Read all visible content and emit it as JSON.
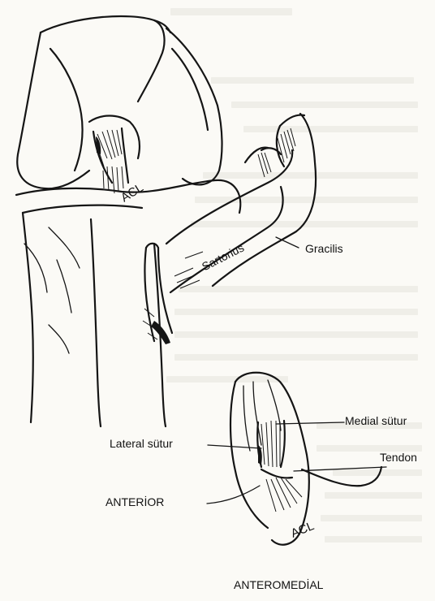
{
  "figure": {
    "labels": {
      "acl_upper": "ACL",
      "sartorius": "Sartorius",
      "gracilis": "Gracilis",
      "medial_sutur": "Medial sütur",
      "lateral_sutur": "Lateral sütur",
      "tendon": "Tendon",
      "anterior": "ANTERİOR",
      "acl_lower": "ACL",
      "anteromedial": "ANTEROMEDİAL"
    }
  }
}
